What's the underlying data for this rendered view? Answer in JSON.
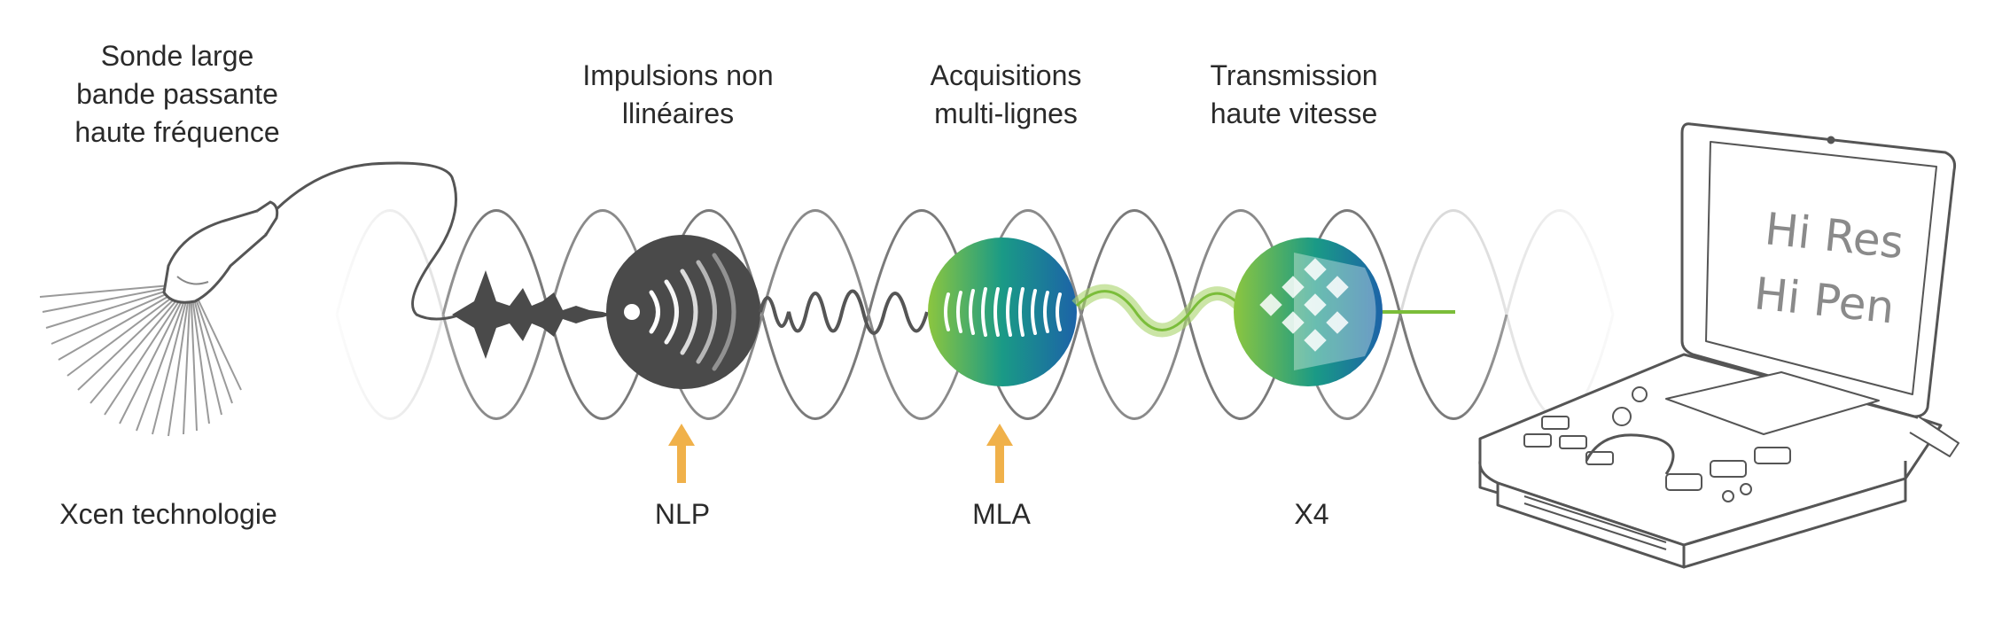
{
  "colors": {
    "wave_light": "#d6d6d6",
    "wave_dark": "#6f6f6f",
    "nlp_disc": "#4a4a4a",
    "arrow": "#f0b14a",
    "green": "#8cc63f",
    "teal": "#1a9a86",
    "blue": "#1c63a8",
    "text": "#2a2a2a"
  },
  "labels": {
    "probe": [
      "Sonde large",
      "bande passante",
      "haute fréquence"
    ],
    "nlp_top": [
      "Impulsions non",
      "llinéaires"
    ],
    "mla_top": [
      "Acquisitions",
      "multi-lignes"
    ],
    "x4_top": [
      "Transmission",
      "haute vitesse"
    ],
    "xcen": "Xcen technologie",
    "nlp": "NLP",
    "mla": "MLA",
    "x4": "X4"
  },
  "screen": {
    "line1": "Hi Res",
    "line2": "Hi Pen"
  },
  "icons": {
    "probe": "ultrasound-probe-icon",
    "nlp": "pulse-emission-icon",
    "mla": "multi-line-beam-icon",
    "x4": "parallel-transmission-icon",
    "laptop": "portable-ultrasound-system-icon",
    "arrow": "arrow-up-icon"
  }
}
